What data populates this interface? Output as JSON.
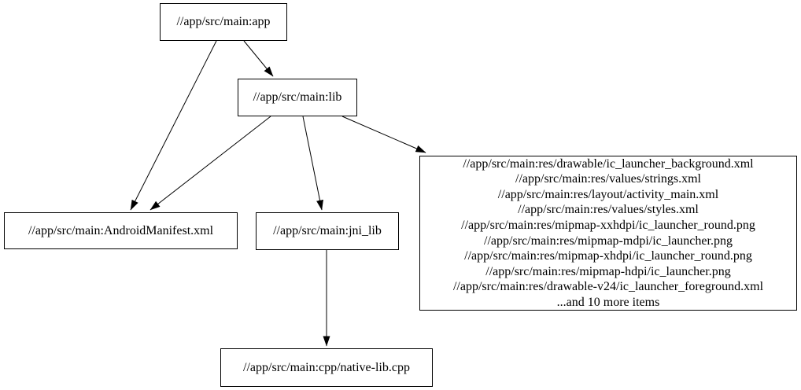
{
  "diagram": {
    "type": "dependency-graph",
    "background_color": "#ffffff",
    "node_fill_color": "#ffffff",
    "node_border_color": "#000000",
    "edge_color": "#000000",
    "text_color": "#000000",
    "nodes": {
      "app": {
        "label": "//app/src/main:app"
      },
      "lib": {
        "label": "//app/src/main:lib"
      },
      "manifest": {
        "label": "//app/src/main:AndroidManifest.xml"
      },
      "jni_lib": {
        "label": "//app/src/main:jni_lib"
      },
      "res_group": {
        "lines": [
          "//app/src/main:res/drawable/ic_launcher_background.xml",
          "//app/src/main:res/values/strings.xml",
          "//app/src/main:res/layout/activity_main.xml",
          "//app/src/main:res/values/styles.xml",
          "//app/src/main:res/mipmap-xxhdpi/ic_launcher_round.png",
          "//app/src/main:res/mipmap-mdpi/ic_launcher.png",
          "//app/src/main:res/mipmap-xhdpi/ic_launcher_round.png",
          "//app/src/main:res/mipmap-hdpi/ic_launcher.png",
          "//app/src/main:res/drawable-v24/ic_launcher_foreground.xml",
          "...and 10 more items"
        ]
      },
      "native_cpp": {
        "label": "//app/src/main:cpp/native-lib.cpp"
      }
    },
    "edges": [
      {
        "from": "app",
        "to": "lib"
      },
      {
        "from": "app",
        "to": "manifest"
      },
      {
        "from": "lib",
        "to": "manifest"
      },
      {
        "from": "lib",
        "to": "jni_lib"
      },
      {
        "from": "lib",
        "to": "res_group"
      },
      {
        "from": "jni_lib",
        "to": "native_cpp"
      }
    ]
  }
}
